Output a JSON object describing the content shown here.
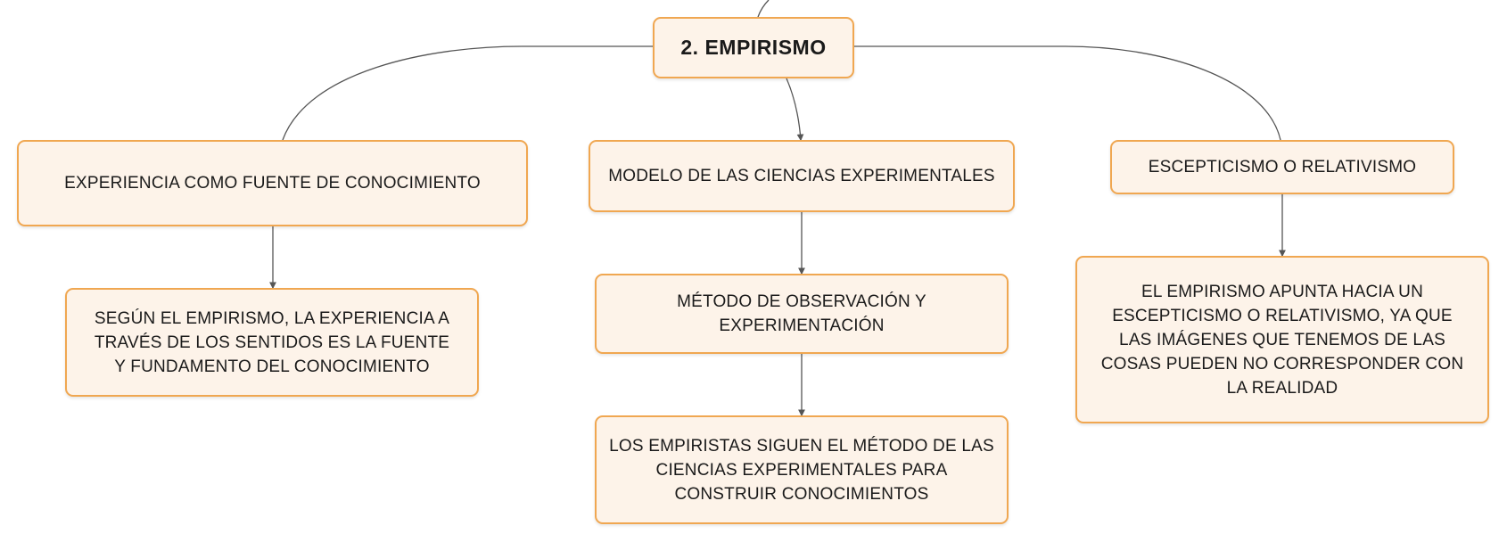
{
  "colors": {
    "node_fill": "#fdf3e9",
    "node_border": "#f0a751",
    "connector": "#555555"
  },
  "root": {
    "label": "2. EMPIRISMO"
  },
  "branches": [
    {
      "title": "EXPERIENCIA COMO FUENTE DE CONOCIMIENTO",
      "children": [
        "SEGÚN EL EMPIRISMO, LA EXPERIENCIA A TRAVÉS DE LOS SENTIDOS ES LA FUENTE Y FUNDAMENTO DEL CONOCIMIENTO"
      ]
    },
    {
      "title": "MODELO DE LAS CIENCIAS EXPERIMENTALES",
      "children": [
        "MÉTODO DE OBSERVACIÓN Y EXPERIMENTACIÓN",
        "LOS EMPIRISTAS SIGUEN EL MÉTODO DE LAS CIENCIAS EXPERIMENTALES PARA CONSTRUIR CONOCIMIENTOS"
      ]
    },
    {
      "title": "ESCEPTICISMO O RELATIVISMO",
      "children": [
        "EL EMPIRISMO APUNTA HACIA UN ESCEPTICISMO O RELATIVISMO, YA QUE LAS IMÁGENES QUE TENEMOS DE LAS COSAS PUEDEN NO CORRESPONDER CON LA REALIDAD"
      ]
    }
  ]
}
